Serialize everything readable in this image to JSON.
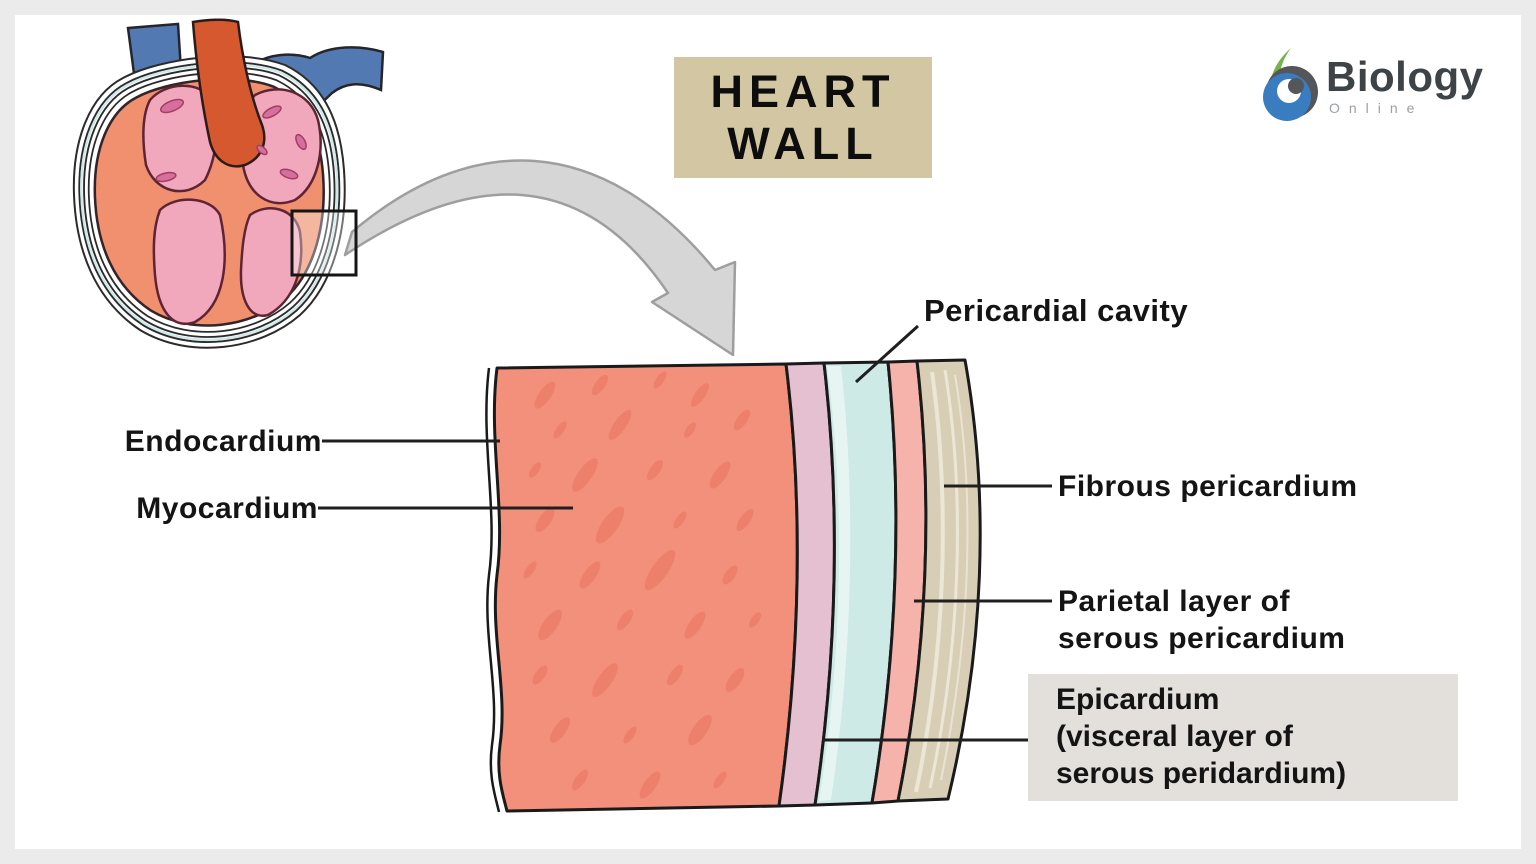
{
  "header": {
    "title_line1": "HEART",
    "title_line2": "WALL",
    "brand_name": "Biology",
    "brand_sub": "Online"
  },
  "diagram": {
    "type": "anatomy-diagram",
    "subject": "Layers of the heart wall (magnified section of the heart)",
    "labels": {
      "endocardium": "Endocardium",
      "myocardium": "Myocardium",
      "pericardial_cavity": "Pericardial cavity",
      "fibrous_pericardium": "Fibrous pericardium",
      "parietal_line1": "Parietal layer of",
      "parietal_line2": "serous pericardium",
      "epicardium_line1": "Epicardium",
      "epicardium_line2": "(visceral layer of",
      "epicardium_line3": "serous peridardium)"
    },
    "layers": [
      {
        "name": "Myocardium",
        "color": "#f2907b"
      },
      {
        "name": "Epicardium (visceral layer of serous peridardium)",
        "color": "#e4c0d0"
      },
      {
        "name": "Pericardial cavity",
        "color": "#cdeae7"
      },
      {
        "name": "Parietal layer of serous pericardium",
        "color": "#f5b3ac"
      },
      {
        "name": "Fibrous pericardium",
        "color": "#d8ceb5"
      }
    ]
  },
  "colors": {
    "frame": "#ebebeb",
    "title_box_bg": "#d3c6a3",
    "callout_bg": "#e3e0dc",
    "myocardium": "#f2907b",
    "myocardium_spots": "#ec7b66",
    "epicardium_layer": "#e4c0d0",
    "pericardial_cavity_layer": "#cdeae7",
    "pericardial_highlight": "#e6f5f2",
    "parietal_layer": "#f5b3ac",
    "fibrous_layer": "#d8ceb5",
    "fibrous_streaks": "#ece6d7",
    "heart_wall": "#f0906e",
    "heart_chamber": "#f2a8bc",
    "heart_vessel_blue": "#5379b3",
    "heart_aorta": "#d5582e",
    "heart_mark_pink": "#d76f9d",
    "arrow_fill": "#d6d6d6",
    "arrow_outline": "#9e9e9e",
    "logo_green": "#77b34a",
    "logo_blue": "#3a7cc0",
    "logo_gray": "#55565a",
    "outline": "#1a1a1a"
  }
}
